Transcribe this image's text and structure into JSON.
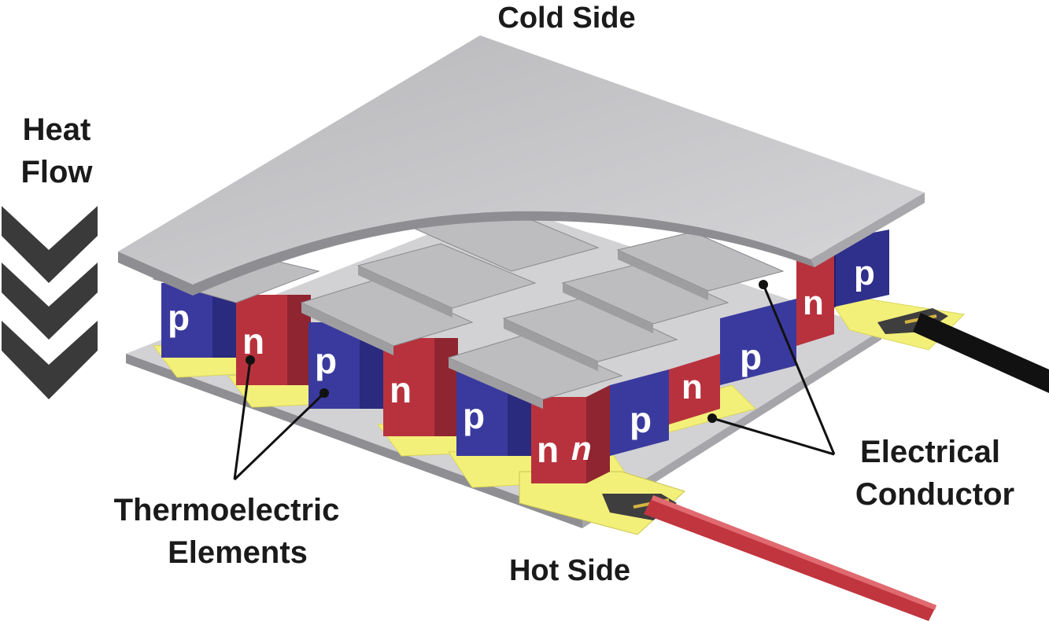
{
  "labels": {
    "cold_side": "Cold Side",
    "hot_side": "Hot Side",
    "heat_flow_line1": "Heat",
    "heat_flow_line2": "Flow",
    "electrical_line1": "Electrical",
    "electrical_line2": "Conductor",
    "thermo_line1": "Thermoelectric",
    "thermo_line2": "Elements"
  },
  "element_letters": {
    "p": "p",
    "n": "n"
  },
  "colors": {
    "p_type": "#3a3a9e",
    "n_type": "#b8323d",
    "conductor": "#f3f07a",
    "ceramic": "#c9c9cc",
    "wire_red": "#c0353e",
    "wire_black": "#111111",
    "chevron": "#3a3a3a"
  },
  "icons": {
    "heat_flow": "chevron-down-icon"
  }
}
